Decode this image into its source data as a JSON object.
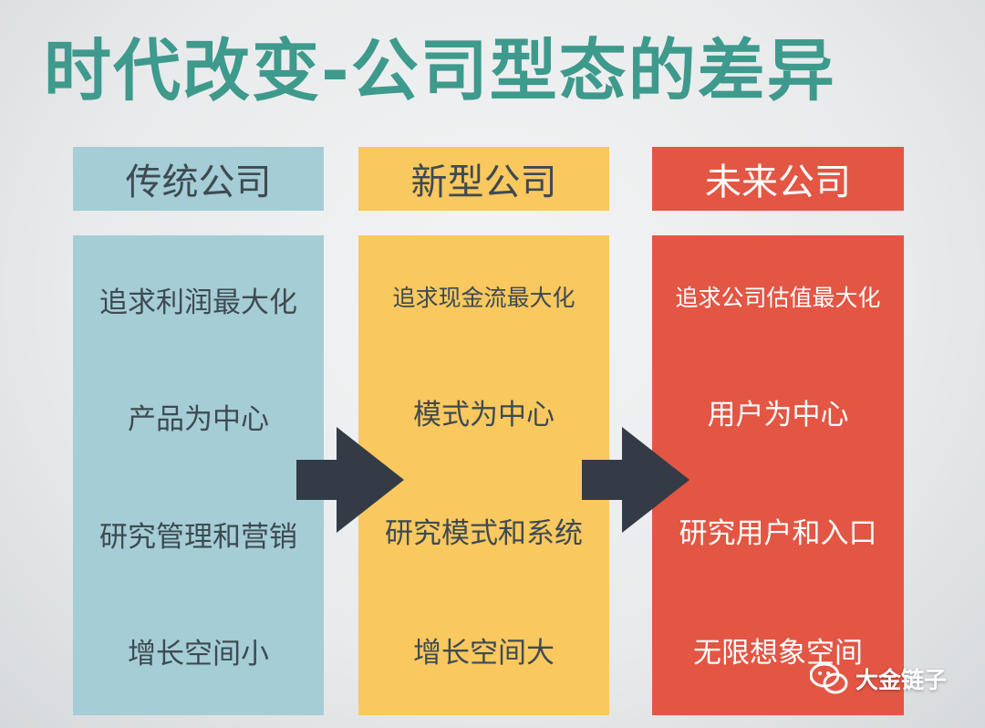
{
  "title": "时代改变-公司型态的差异",
  "columns": [
    {
      "header": "传统公司",
      "items": [
        "追求利润最大化",
        "产品为中心",
        "研究管理和营销",
        "增长空间小"
      ]
    },
    {
      "header": "新型公司",
      "items": [
        "追求现金流最大化",
        "模式为中心",
        "研究模式和系统",
        "增长空间大"
      ]
    },
    {
      "header": "未来公司",
      "items": [
        "追求公司估值最大化",
        "用户为中心",
        "研究用户和入口",
        "无限想象空间"
      ]
    }
  ],
  "watermark": {
    "icon": "wechat-icon",
    "label": "大金链子"
  },
  "colors": {
    "title": "#3d9a8c",
    "traditional": "#a5cdd5",
    "new": "#f9c85e",
    "future": "#e35644",
    "arrow": "#323b46"
  }
}
